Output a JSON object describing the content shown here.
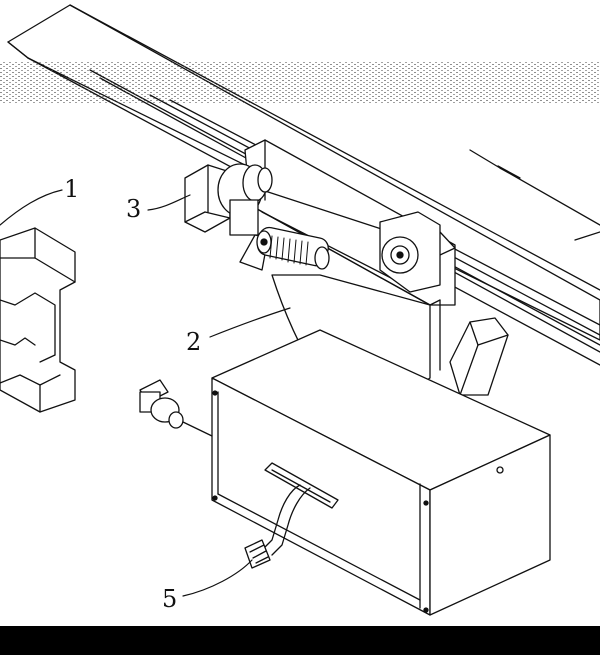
{
  "figure": {
    "labels": [
      {
        "id": "1",
        "text": "1"
      },
      {
        "id": "2",
        "text": "2"
      },
      {
        "id": "3",
        "text": "3"
      },
      {
        "id": "5",
        "text": "5"
      }
    ]
  }
}
